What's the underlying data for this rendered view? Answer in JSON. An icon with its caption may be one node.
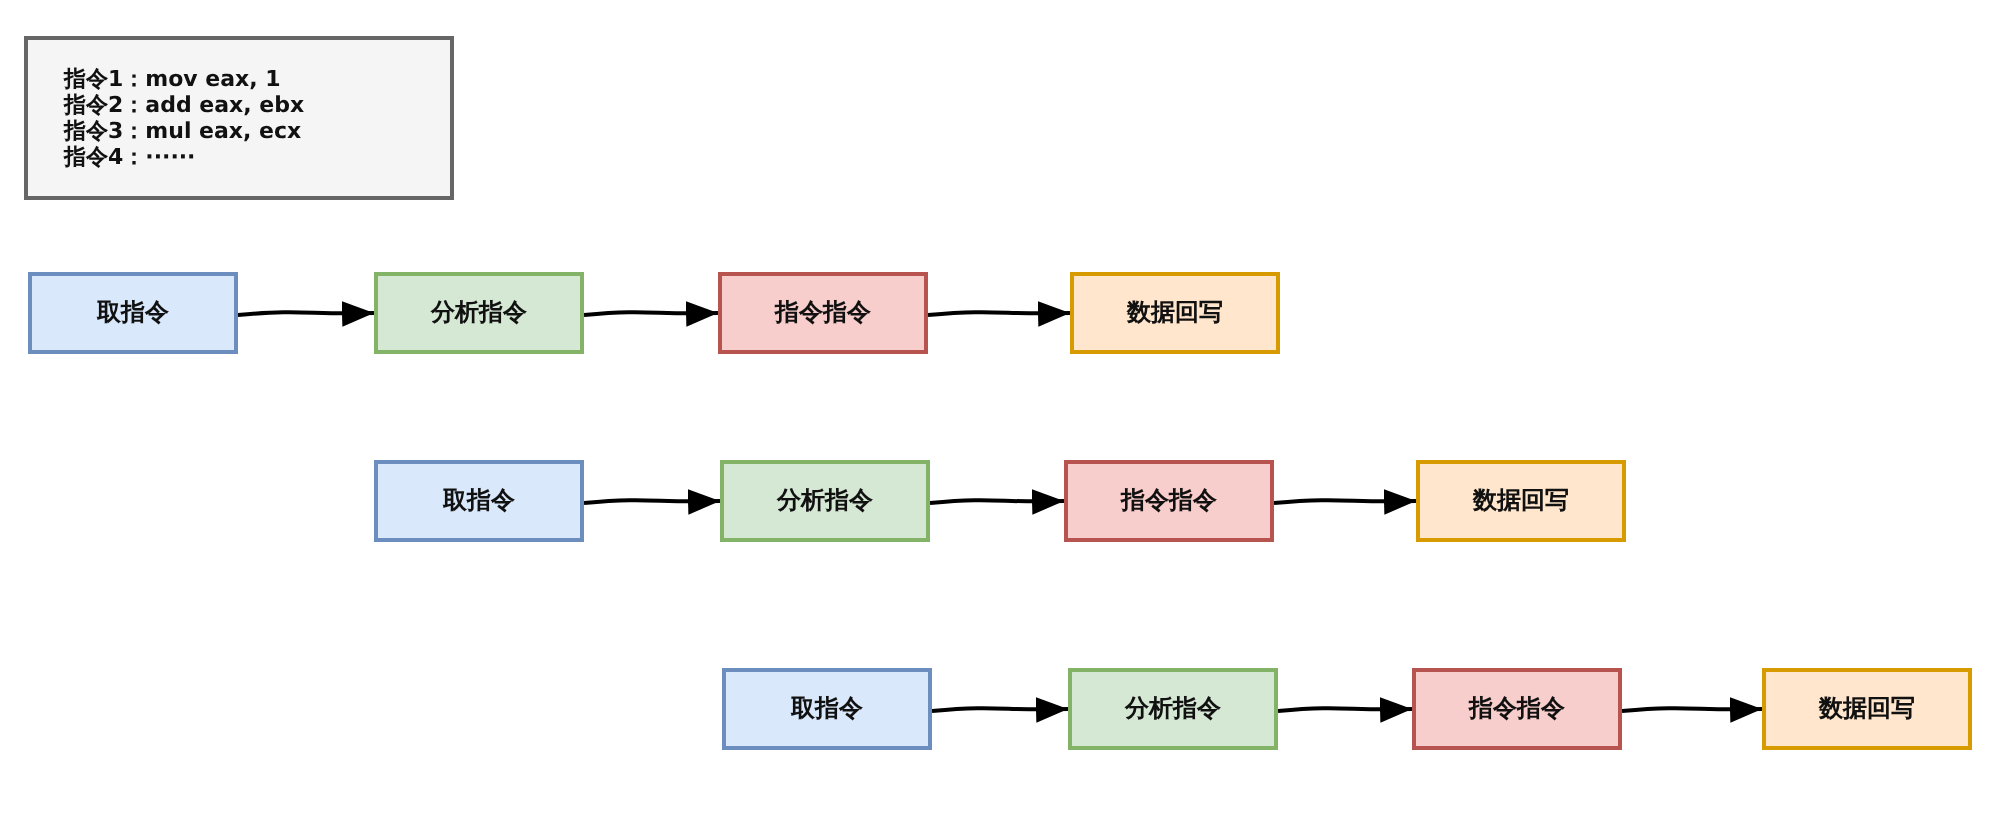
{
  "diagram": {
    "nodes": [
      {
        "text": [
          "指令1：mov eax, 1",
          "指令2：add eax, ebx",
          "指令3：mul eax, ecx",
          "指令4：······"
        ]
      },
      {
        "text": [
          "取指令"
        ]
      },
      {
        "text": [
          "分析指令"
        ]
      },
      {
        "text": [
          "指令指令"
        ]
      },
      {
        "text": [
          "数据回写"
        ]
      },
      {
        "text": [
          "取指令"
        ]
      },
      {
        "text": [
          "分析指令"
        ]
      },
      {
        "text": [
          "指令指令"
        ]
      },
      {
        "text": [
          "数据回写"
        ]
      },
      {
        "text": [
          "取指令"
        ]
      },
      {
        "text": [
          "分析指令"
        ]
      },
      {
        "text": [
          "指令指令"
        ]
      },
      {
        "text": [
          "数据回写"
        ]
      }
    ],
    "edges": [
      {
        "from": 1,
        "to": 2,
        "arrow": "to"
      },
      {
        "from": 2,
        "to": 3,
        "arrow": "to"
      },
      {
        "from": 3,
        "to": 4,
        "arrow": "to"
      },
      {
        "from": 5,
        "to": 6,
        "arrow": "to"
      },
      {
        "from": 6,
        "to": 7,
        "arrow": "to"
      },
      {
        "from": 7,
        "to": 8,
        "arrow": "to"
      },
      {
        "from": 9,
        "to": 10,
        "arrow": "to"
      },
      {
        "from": 10,
        "to": 11,
        "arrow": "to"
      },
      {
        "from": 11,
        "to": 12,
        "arrow": "to"
      }
    ]
  }
}
